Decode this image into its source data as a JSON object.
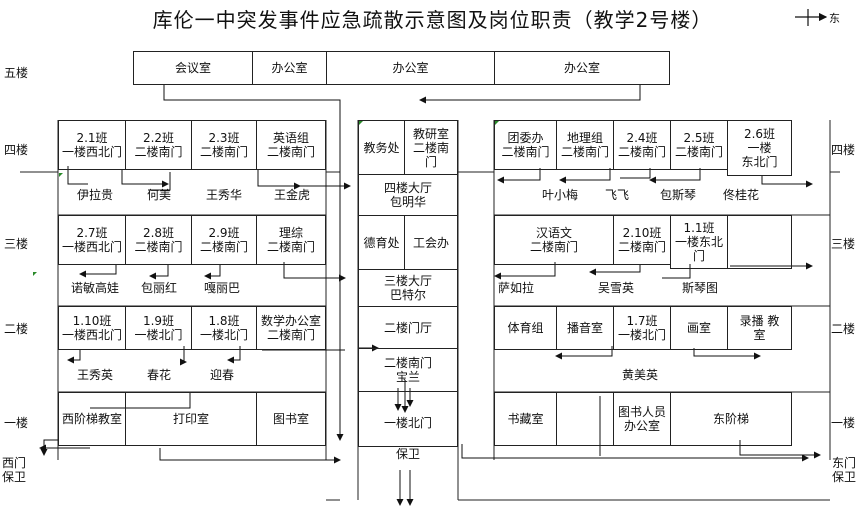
{
  "title": "库伦一中突发事件应急疏散示意图及岗位职责（教学2号楼）",
  "compass": "东",
  "floors": [
    "五楼",
    "四楼",
    "三楼",
    "二楼",
    "一楼",
    "四楼",
    "三楼",
    "二楼",
    "一楼"
  ],
  "guards": {
    "west": "西门\n保卫",
    "east": "东门\n保卫",
    "center": "保卫"
  },
  "fifth": [
    "会议室",
    "办公室",
    "办公室",
    "办公室"
  ],
  "left": {
    "r4": [
      "2.1班\n一楼西北门",
      "2.2班\n二楼南门",
      "2.3班\n二楼南门",
      "英语组\n二楼南门"
    ],
    "p4": [
      "伊拉贵",
      "何美",
      "王秀华",
      "王金虎"
    ],
    "r3": [
      "2.7班\n一楼西北门",
      "2.8班\n二楼南门",
      "2.9班\n二楼南门",
      "理综\n二楼南门"
    ],
    "p3": [
      "诺敏高娃",
      "包丽红",
      "嘎丽巴"
    ],
    "r2": [
      "1.10班\n一楼西北门",
      "1.9班\n一楼北门",
      "1.8班\n一楼北门",
      "数学办公室\n二楼南门"
    ],
    "p2": [
      "王秀英",
      "春花",
      "迎春"
    ],
    "r1": [
      "西阶梯教室",
      "打印室",
      "图书室"
    ]
  },
  "center": {
    "r4": [
      "教务处",
      "教研室\n二楼南\n门"
    ],
    "hall4": "四楼大厅\n包明华",
    "r3": [
      "德育处",
      "工会办"
    ],
    "hall3": "三楼大厅\n巴特尔",
    "hall2": "二楼门厅",
    "south2": "二楼南门\n宝兰",
    "north1": "一楼北门"
  },
  "right": {
    "r4": [
      "团委办\n二楼南门",
      "地理组\n二楼南门",
      "2.4班\n二楼南门",
      "2.5班\n二楼南门",
      "2.6班\n一楼\n东北门"
    ],
    "p4": [
      "叶小梅",
      "飞飞",
      "包斯琴",
      "佟桂花"
    ],
    "r3": [
      "汉语文\n二楼南门",
      "2.10班\n二楼南门",
      "1.1班\n一楼东北\n门"
    ],
    "p3": [
      "萨如拉",
      "吴雪英",
      "斯琴图"
    ],
    "r2": [
      "体育组",
      "播音室",
      "1.7班\n一楼北门",
      "画室",
      "录播 教\n室"
    ],
    "p2": "黄美英",
    "r1": [
      "书藏室",
      "图书人员\n办公室",
      "东阶梯"
    ]
  }
}
